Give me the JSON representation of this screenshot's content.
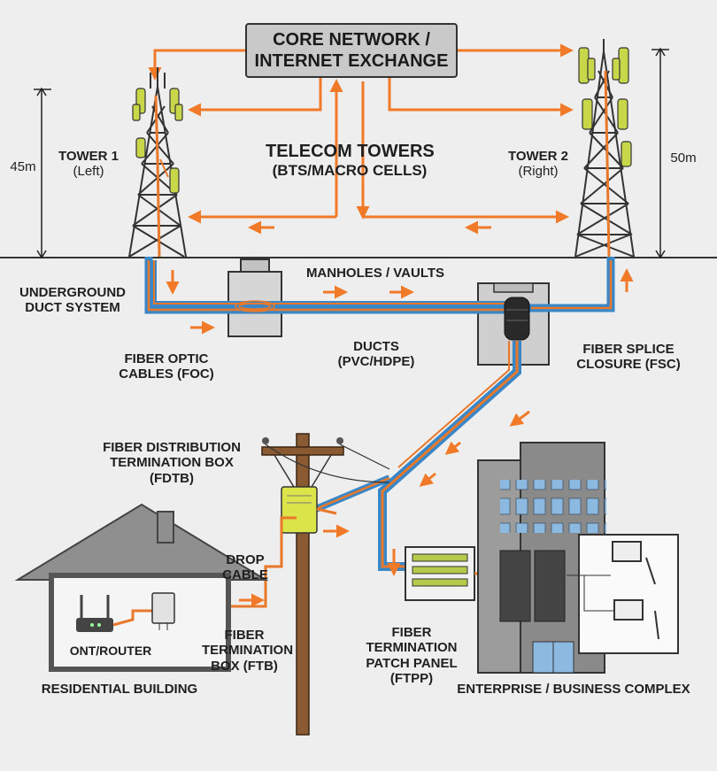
{
  "core": {
    "line1": "CORE NETWORK /",
    "line2": "INTERNET EXCHANGE"
  },
  "towers_title": {
    "line1": "TELECOM TOWERS",
    "line2": "(BTS/MACRO CELLS)"
  },
  "tower1": {
    "name": "TOWER 1",
    "side": "(Left)",
    "height": "45m"
  },
  "tower2": {
    "name": "TOWER 2",
    "side": "(Right)",
    "height": "50m"
  },
  "underground": {
    "line1": "UNDERGROUND",
    "line2": "DUCT SYSTEM"
  },
  "manholes": "MANHOLES / VAULTS",
  "foc": {
    "line1": "FIBER OPTIC",
    "line2": "CABLES (FOC)"
  },
  "ducts": {
    "line1": "DUCTS",
    "line2": "(PVC/HDPE)"
  },
  "fsc": {
    "line1": "FIBER SPLICE",
    "line2": "CLOSURE (FSC)"
  },
  "fdtb": {
    "line1": "FIBER DISTRIBUTION",
    "line2": "TERMINATION BOX",
    "line3": "(FDTB)"
  },
  "drop": {
    "line1": "DROP",
    "line2": "CABLE"
  },
  "ftb": {
    "line1": "FIBER",
    "line2": "TERMINATION",
    "line3": "BOX (FTB)"
  },
  "ont": "ONT/ROUTER",
  "residential": "RESIDENTIAL BUILDING",
  "ftpp": {
    "line1": "FIBER",
    "line2": "TERMINATION",
    "line3": "PATCH PANEL",
    "line4": "(FTPP)"
  },
  "enterprise": "ENTERPRISE / BUSINESS COMPLEX",
  "colors": {
    "fiber": "#e8782a",
    "duct": "#3a87c8",
    "arrow": "#f07a28",
    "antenna": "#c8d64a",
    "ground": "#333333"
  }
}
